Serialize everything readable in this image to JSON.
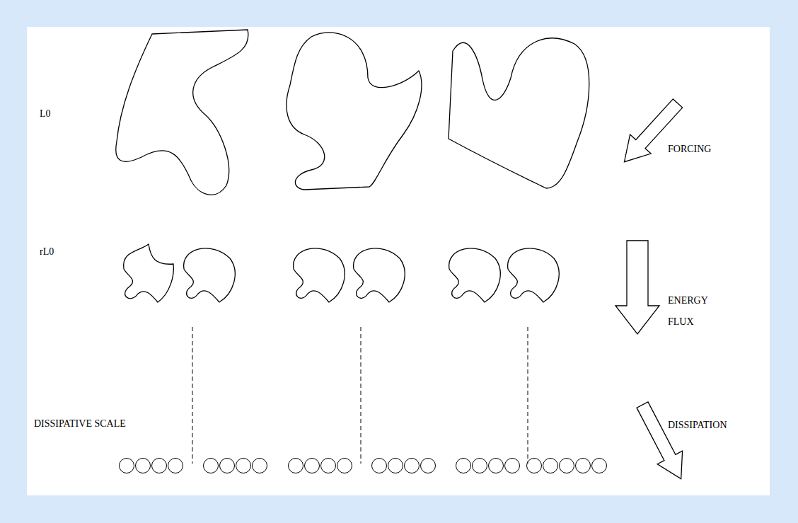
{
  "diagram": {
    "labels": [
      "L0",
      "rL0",
      "FORCING",
      "ENERGY FLUX",
      "DISSIPATION",
      "DISSIPATIVE SCALE"
    ]
  }
}
